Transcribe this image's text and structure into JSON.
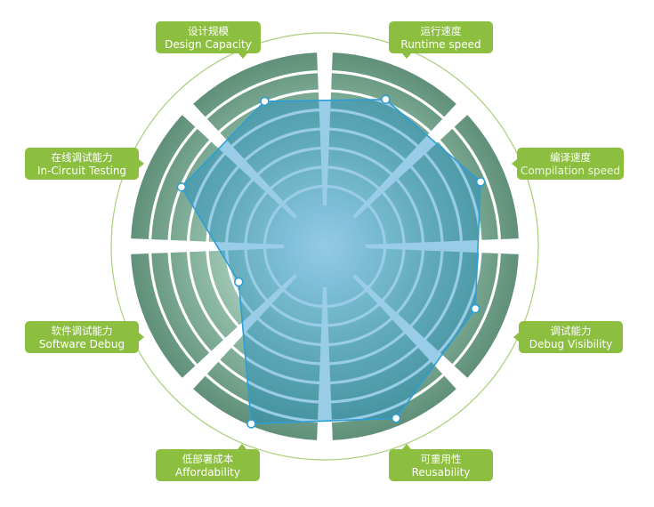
{
  "chart_data": {
    "type": "radar",
    "axes": [
      {
        "cn": "设计规模",
        "en": "Design Capacity"
      },
      {
        "cn": "运行速度",
        "en": "Runtime speed"
      },
      {
        "cn": "编译速度",
        "en": "Compilation speed"
      },
      {
        "cn": "调试能力",
        "en": "Debug Visibility"
      },
      {
        "cn": "可重用性",
        "en": "Reusability"
      },
      {
        "cn": "低部署成本",
        "en": "Affordability"
      },
      {
        "cn": "软件调试能力",
        "en": "Software Debug"
      },
      {
        "cn": "在线调试能力",
        "en": "In-Circuit Testing"
      }
    ],
    "series": [
      {
        "values": [
          0.81,
          0.82,
          0.87,
          0.84,
          0.96,
          0.99,
          0.48,
          0.8
        ]
      }
    ],
    "rings": 8,
    "scale": [
      0,
      1
    ]
  },
  "colors": {
    "label_bg": "#8cbf3f",
    "polygon_stroke": "#2e9ed6",
    "polygon_fill": "#1d8fc7",
    "ring_outer": "#6d9d86",
    "ring_inner": "#e6f2ef",
    "outer_circle": "#9fcb6b"
  }
}
